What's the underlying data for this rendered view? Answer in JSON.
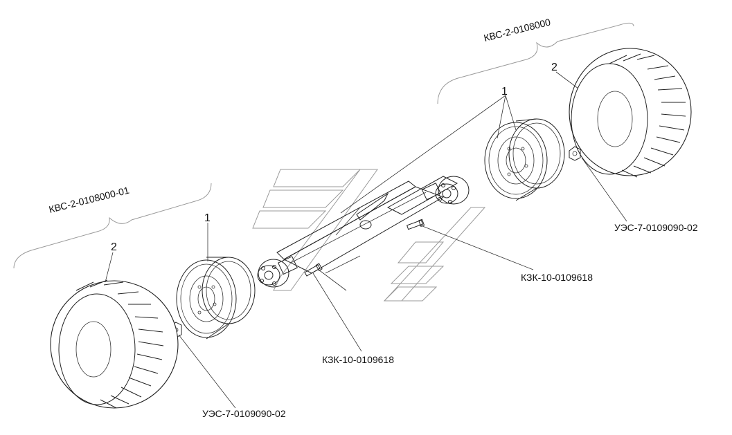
{
  "labels": {
    "assembly_right": "КВС-2-0108000",
    "assembly_left": "КВС-2-0108000-01",
    "nut_right": "УЭС-7-0109090-02",
    "nut_left": "УЭС-7-0109090-02",
    "bolt_right": "КЗК-10-0109618",
    "bolt_left": "КЗК-10-0109618",
    "pos_rim_right": "1",
    "pos_rim_left": "1",
    "pos_tire_right": "2",
    "pos_tire_left": "2"
  },
  "colors": {
    "line": "#222222",
    "watermark": "#9a9a9a",
    "background": "#ffffff"
  }
}
